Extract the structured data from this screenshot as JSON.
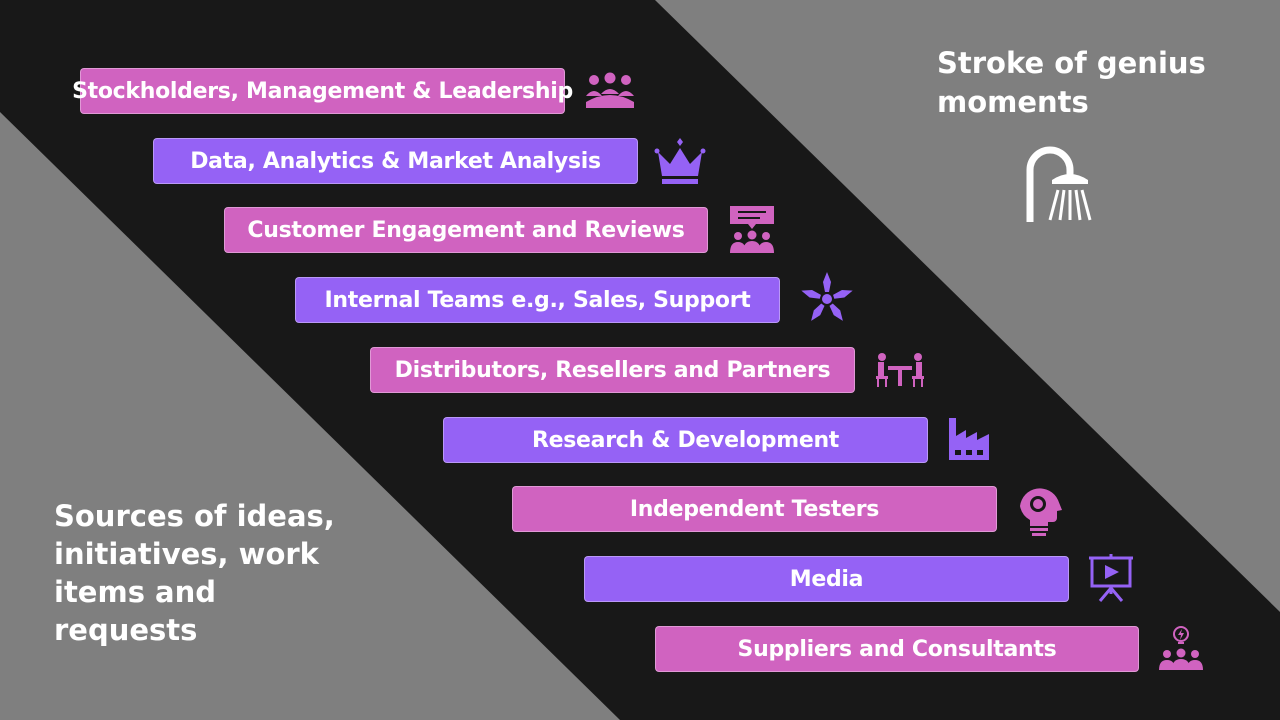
{
  "left_title": "Sources of ideas, initiatives, work items and requests",
  "right_title": "Stroke of genius moments",
  "colors": {
    "pink": "#d063c0",
    "violet": "#9562f5",
    "band": "#181818",
    "background": "#7f7f7f"
  },
  "sources": [
    {
      "label": "Stockholders, Management & Leadership",
      "color": "pink",
      "icon": "audience-icon"
    },
    {
      "label": "Data, Analytics & Market Analysis",
      "color": "violet",
      "icon": "crown-icon"
    },
    {
      "label": "Customer Engagement and Reviews",
      "color": "pink",
      "icon": "presentation-audience-icon"
    },
    {
      "label": "Internal Teams e.g., Sales, Support",
      "color": "violet",
      "icon": "teamwork-hands-icon"
    },
    {
      "label": "Distributors, Resellers and Partners",
      "color": "pink",
      "icon": "meeting-table-icon"
    },
    {
      "label": "Research & Development",
      "color": "violet",
      "icon": "factory-icon"
    },
    {
      "label": "Independent Testers",
      "color": "pink",
      "icon": "head-brain-icon"
    },
    {
      "label": "Media",
      "color": "violet",
      "icon": "video-screen-icon"
    },
    {
      "label": "Suppliers and Consultants",
      "color": "pink",
      "icon": "idea-group-icon"
    }
  ],
  "shower_icon": "shower-icon"
}
